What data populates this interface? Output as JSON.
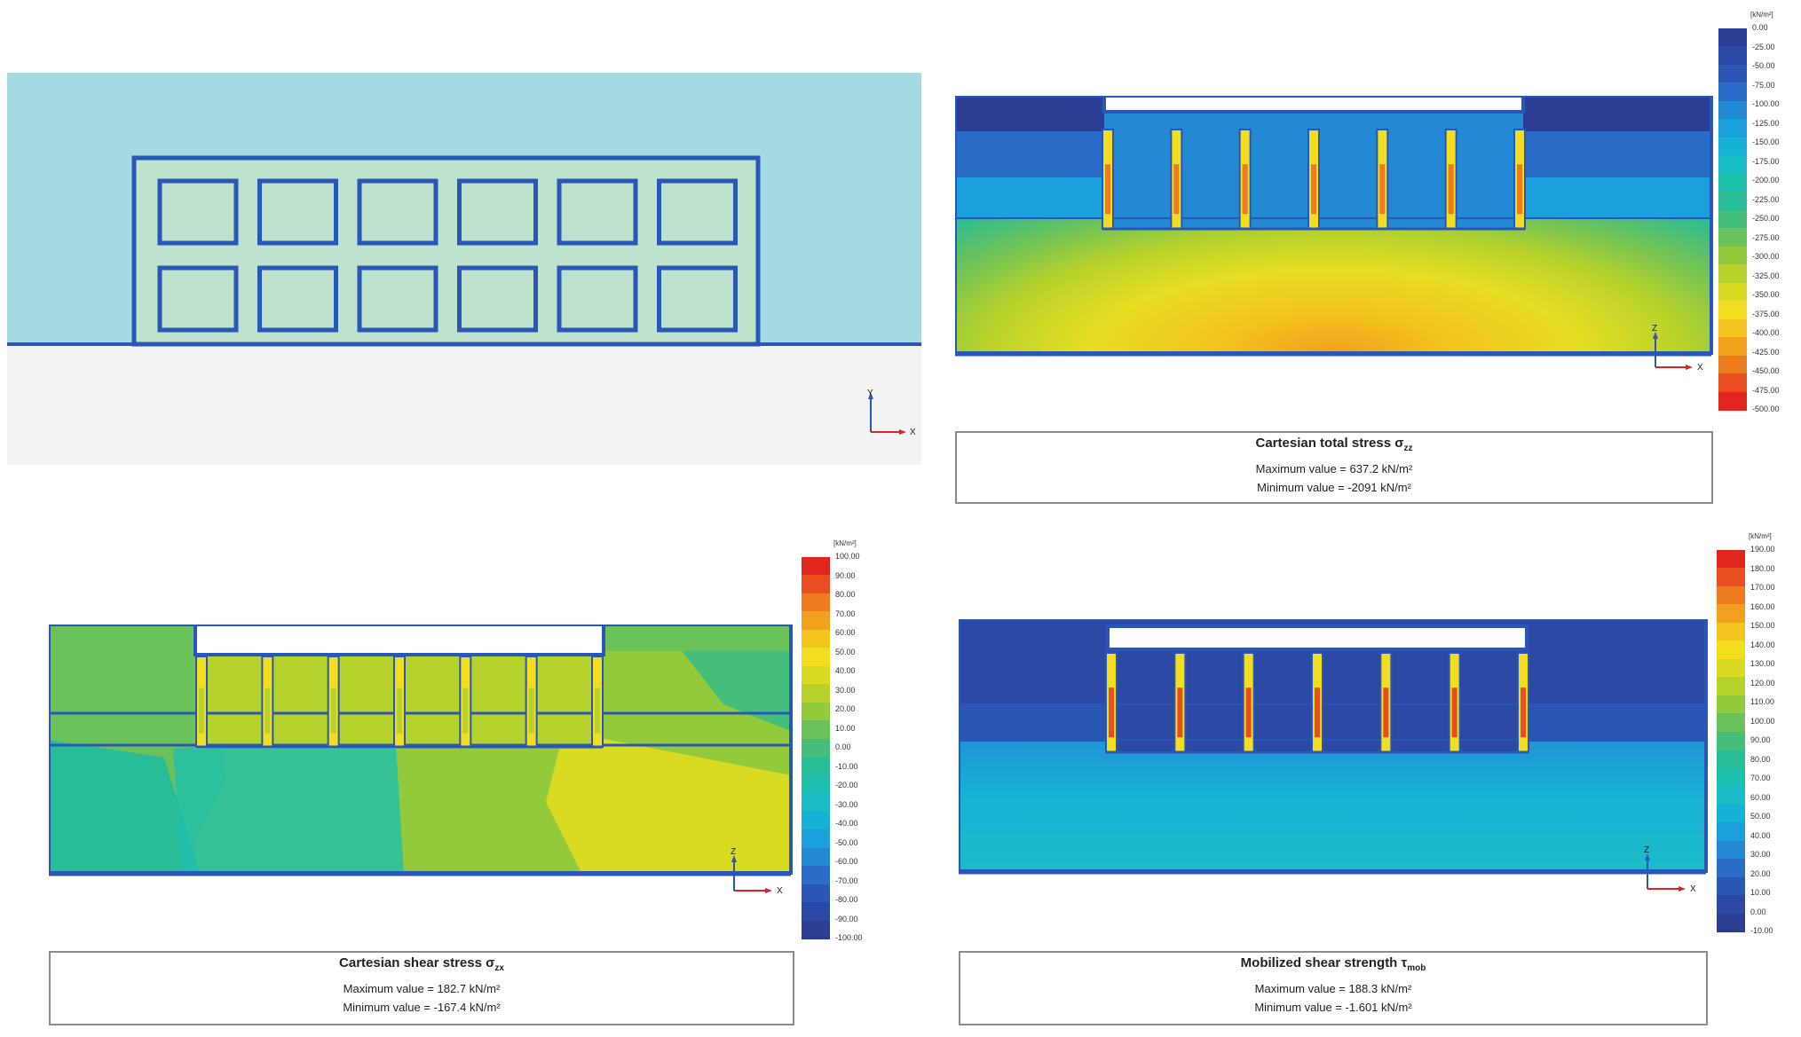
{
  "colors": {
    "soil_cyan": "#a4dbe3",
    "structure_green": "#bee2cc",
    "structure_blue": "#2857b8",
    "background_white": "#ffffff",
    "lower_gray": "#f3f3f3",
    "caption_border": "#8c8c8c"
  },
  "panel_model": {
    "axis_vertical": "Y",
    "axis_horizontal": "X",
    "cells_per_row": 6,
    "rows": 2
  },
  "panel_total_stress": {
    "caption": {
      "title": "Cartesian total stress σ",
      "title_sub": "zz",
      "max_text": "Maximum value = 637.2 kN/m²",
      "min_text": "Minimum value = -2091 kN/m²"
    },
    "axis_vertical": "Z",
    "axis_horizontal": "X",
    "legend": {
      "unit": "[kN/m²]",
      "ticks": [
        "0.00",
        "-25.00",
        "-50.00",
        "-75.00",
        "-100.00",
        "-125.00",
        "-150.00",
        "-175.00",
        "-200.00",
        "-225.00",
        "-250.00",
        "-275.00",
        "-300.00",
        "-325.00",
        "-350.00",
        "-375.00",
        "-400.00",
        "-425.00",
        "-450.00",
        "-475.00",
        "-500.00"
      ],
      "colors": [
        "#2c3e94",
        "#2b48a4",
        "#2a56b6",
        "#2a6cc8",
        "#2389d4",
        "#1ca0dc",
        "#18b1d6",
        "#1bbcc6",
        "#1ebfae",
        "#28bd96",
        "#45be7a",
        "#6cc25a",
        "#93ca3c",
        "#b6d22c",
        "#d9da22",
        "#f2dd1e",
        "#f3c31e",
        "#f2a11e",
        "#ee7c1f",
        "#e84e20",
        "#e0261f"
      ]
    }
  },
  "panel_shear_stress": {
    "caption": {
      "title": "Cartesian shear stress σ",
      "title_sub": "zx",
      "max_text": "Maximum value = 182.7 kN/m²",
      "min_text": "Minimum value = -167.4 kN/m²"
    },
    "axis_vertical": "Z",
    "axis_horizontal": "X",
    "legend": {
      "unit": "[kN/m²]",
      "ticks": [
        "100.00",
        "90.00",
        "80.00",
        "70.00",
        "60.00",
        "50.00",
        "40.00",
        "30.00",
        "20.00",
        "10.00",
        "0.00",
        "-10.00",
        "-20.00",
        "-30.00",
        "-40.00",
        "-50.00",
        "-60.00",
        "-70.00",
        "-80.00",
        "-90.00",
        "-100.00"
      ],
      "colors": [
        "#e0261f",
        "#e84e20",
        "#ee7c1f",
        "#f2a11e",
        "#f3c31e",
        "#f2dd1e",
        "#d9da22",
        "#b6d22c",
        "#93ca3c",
        "#6cc25a",
        "#45be7a",
        "#28bd96",
        "#1ebfae",
        "#1bbcc6",
        "#18b1d6",
        "#1ca0dc",
        "#2389d4",
        "#2a6cc8",
        "#2a56b6",
        "#2b48a4",
        "#2c3e94"
      ]
    }
  },
  "panel_mobilized": {
    "caption": {
      "title": "Mobilized shear strength τ",
      "title_sub": "mob",
      "max_text": "Maximum value = 188.3 kN/m²",
      "min_text": "Minimum value = -1.601 kN/m²"
    },
    "axis_vertical": "Z",
    "axis_horizontal": "X",
    "legend": {
      "unit": "[kN/m²]",
      "ticks": [
        "190.00",
        "180.00",
        "170.00",
        "160.00",
        "150.00",
        "140.00",
        "130.00",
        "120.00",
        "110.00",
        "100.00",
        "90.00",
        "80.00",
        "70.00",
        "60.00",
        "50.00",
        "40.00",
        "30.00",
        "20.00",
        "10.00",
        "0.00",
        "-10.00"
      ],
      "colors": [
        "#e0261f",
        "#e84e20",
        "#ee7c1f",
        "#f2a11e",
        "#f3c31e",
        "#f2dd1e",
        "#d9da22",
        "#b6d22c",
        "#93ca3c",
        "#6cc25a",
        "#45be7a",
        "#28bd96",
        "#1ebfae",
        "#1bbcc6",
        "#18b1d6",
        "#1ca0dc",
        "#2389d4",
        "#2a6cc8",
        "#2a56b6",
        "#2b48a4",
        "#2c3e94"
      ]
    }
  }
}
